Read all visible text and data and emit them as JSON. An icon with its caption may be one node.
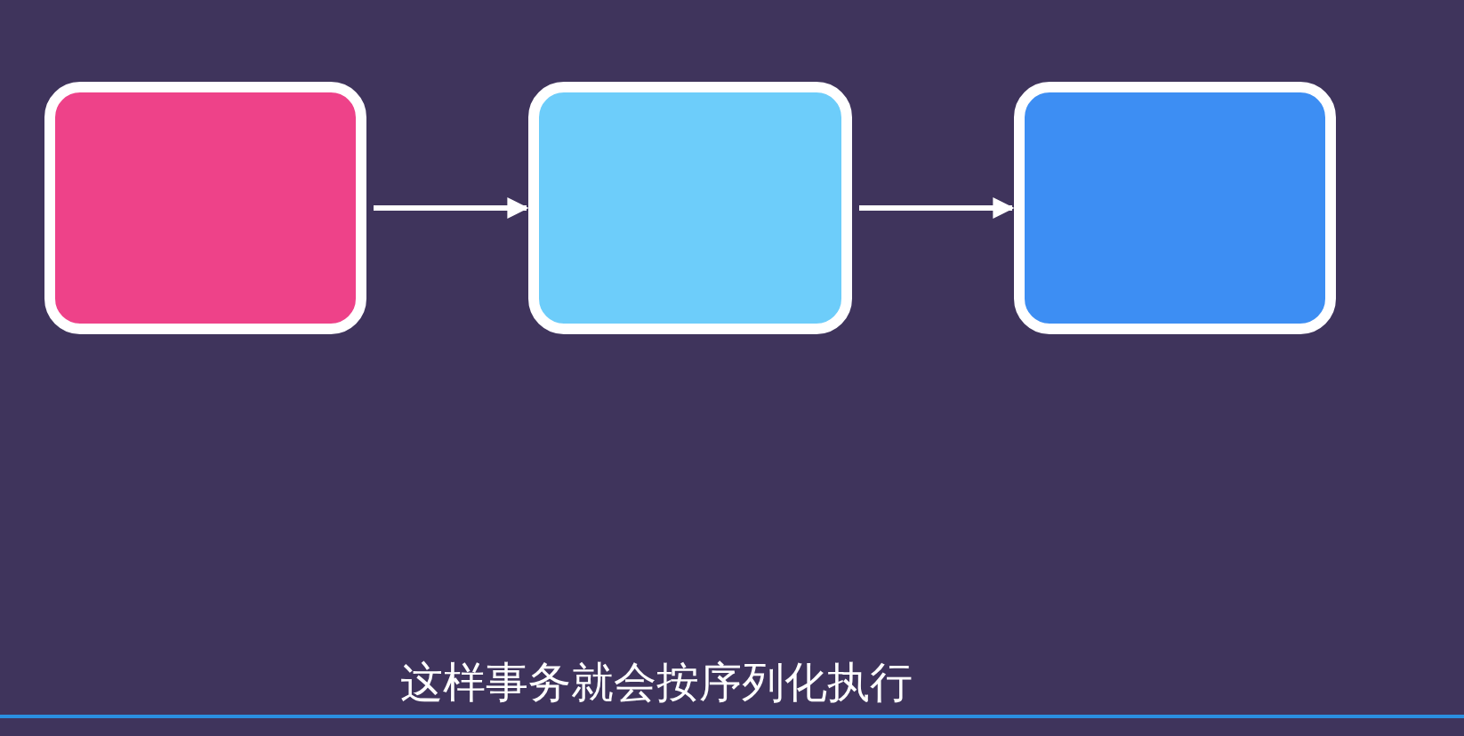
{
  "diagram": {
    "nodes": [
      {
        "text": [],
        "shape": "box"
      },
      {
        "text": [],
        "shape": "box"
      },
      {
        "text": [],
        "shape": "box"
      }
    ],
    "edges": [
      {
        "from": 0,
        "to": 1,
        "arrow": "to"
      },
      {
        "from": 1,
        "to": 2,
        "arrow": "to"
      }
    ],
    "labels": [
      "这样事务就会按序列化执行"
    ]
  }
}
